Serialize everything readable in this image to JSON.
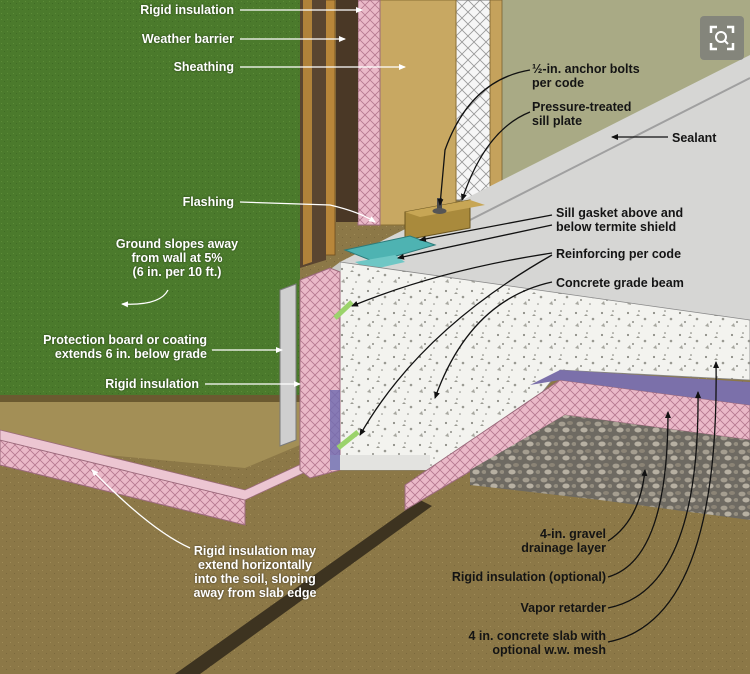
{
  "labels": {
    "rigid_insulation_top": "Rigid insulation",
    "weather_barrier": "Weather barrier",
    "sheathing": "Sheathing",
    "flashing": "Flashing",
    "ground_slopes": [
      "Ground slopes away",
      "from wall at 5%",
      "(6 in. per 10 ft.)"
    ],
    "protection_board": [
      "Protection board or coating",
      "extends 6 in. below grade"
    ],
    "rigid_insulation_mid": "Rigid insulation",
    "rigid_insulation_may": [
      "Rigid insulation may",
      "extend horizontally",
      "into the soil, sloping",
      "away from slab edge"
    ],
    "anchor_bolts": [
      "½-in. anchor bolts",
      "per code"
    ],
    "sill_plate": [
      "Pressure-treated",
      "sill plate"
    ],
    "sealant": "Sealant",
    "sill_gasket": [
      "Sill gasket above and",
      "below termite shield"
    ],
    "reinforcing": "Reinforcing per code",
    "grade_beam": "Concrete grade beam",
    "gravel_layer": [
      "4-in. gravel",
      "drainage layer"
    ],
    "rigid_insulation_optional": "Rigid insulation (optional)",
    "vapor_retarder": "Vapor retarder",
    "concrete_slab": [
      "4 in. concrete slab with",
      "optional w.w. mesh"
    ]
  },
  "icons": {
    "expand": "expand-icon"
  },
  "colors": {
    "grass": "#4d7a2e",
    "soil": "#8a7645",
    "concrete": "#f2f2ee",
    "slab_top": "#d8d8d8",
    "rigid_insulation": "#e8bcc9",
    "sheathing": "#c9a864",
    "sill_plate": "#a88a3a",
    "termite_shield": "#4fb0b0",
    "gravel": "#7c786e",
    "vapor_retarder": "#7a6ea8",
    "siding": "#5a4530",
    "wall_interior": "#a9aa85"
  }
}
